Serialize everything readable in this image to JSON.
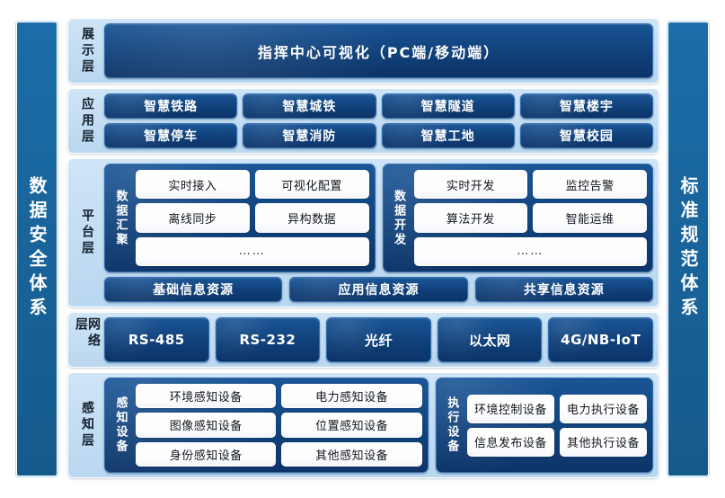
{
  "colors": {
    "pillar": "#1b6ca8",
    "layer_panel": "#c5e0f5",
    "chip_dark": "#104079",
    "chip_white": "#ffffff",
    "text_light": "#ffffff",
    "text_dark": "#14202c"
  },
  "pillars": {
    "left": "数据安全体系",
    "right": "标准规范体系"
  },
  "layers": [
    {
      "id": "display",
      "label": "展示层",
      "banner": "指挥中心可视化（PC端/移动端）"
    },
    {
      "id": "application",
      "label": "应用层",
      "rows": [
        [
          "智慧铁路",
          "智慧城铁",
          "智慧隧道",
          "智慧楼宇"
        ],
        [
          "智慧停车",
          "智慧消防",
          "智慧工地",
          "智慧校园"
        ]
      ]
    },
    {
      "id": "platform",
      "label": "平台层",
      "groups": [
        {
          "title": "数据汇聚",
          "rows": [
            [
              "实时接入",
              "可视化配置"
            ],
            [
              "离线同步",
              "异构数据"
            ],
            [
              "……"
            ]
          ]
        },
        {
          "title": "数据开发",
          "rows": [
            [
              "实时开发",
              "监控告警"
            ],
            [
              "算法开发",
              "智能运维"
            ],
            [
              "……"
            ]
          ]
        }
      ],
      "resources": [
        "基础信息资源",
        "应用信息资源",
        "共享信息资源"
      ]
    },
    {
      "id": "network",
      "label": "网络层",
      "items": [
        "RS-485",
        "RS-232",
        "光纤",
        "以太网",
        "4G/NB-IoT"
      ]
    },
    {
      "id": "perception",
      "label": "感知层",
      "groups": [
        {
          "title": "感知设备",
          "rows": [
            [
              "环境感知设备",
              "电力感知设备"
            ],
            [
              "图像感知设备",
              "位置感知设备"
            ],
            [
              "身份感知设备",
              "其他感知设备"
            ]
          ]
        },
        {
          "title": "执行设备",
          "rows": [
            [
              "环境控制设备",
              "电力执行设备"
            ],
            [
              "信息发布设备",
              "其他执行设备"
            ]
          ]
        }
      ]
    }
  ]
}
